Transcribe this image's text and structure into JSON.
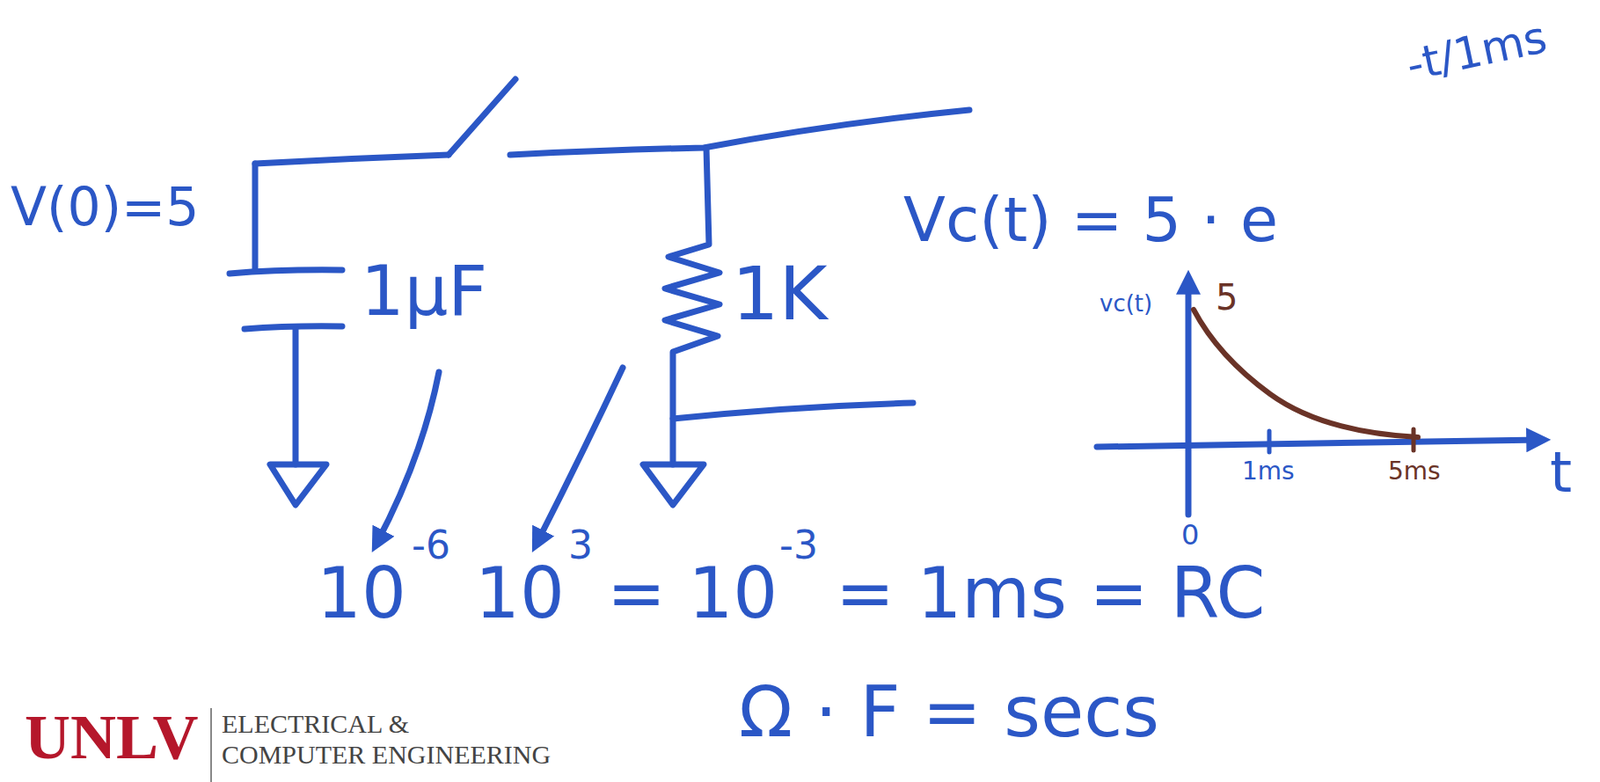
{
  "diagram": {
    "labels": [
      "V(0)=5",
      "1µF",
      "1K",
      "Vc(t) = 5 · e",
      "-t/1ms",
      "vc(t)",
      "5",
      "1ms",
      "5ms",
      "t",
      "0",
      "10",
      "-6",
      "10",
      "3",
      "= 10",
      "-3",
      "= 1ms = RC",
      "Ω · F = secs",
      "UNLV",
      "ELECTRICAL &",
      "COMPUTER ENGINEERING"
    ]
  }
}
